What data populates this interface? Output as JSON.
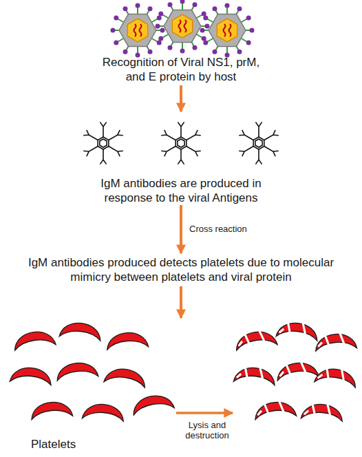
{
  "diagram": {
    "nodes": [
      {
        "text": [
          "Recognition of Viral NS1, prM, and E protein by host"
        ]
      },
      {
        "text": [
          "IgM antibodies are produced in response to the viral Antigens"
        ]
      },
      {
        "text": [
          "IgM antibodies produced detects platelets due to molecular mimicry between platelets and viral protein"
        ]
      },
      {
        "text": [
          "Platelets"
        ]
      }
    ],
    "edges": [
      {
        "from": 0,
        "to": 1,
        "arrow": "to"
      },
      {
        "from": 1,
        "to": 2,
        "label": "Cross reaction",
        "arrow": "to"
      },
      {
        "from": 2,
        "to": 3,
        "arrow": "to"
      }
    ],
    "labels": [
      "Lysis and destruction"
    ]
  }
}
